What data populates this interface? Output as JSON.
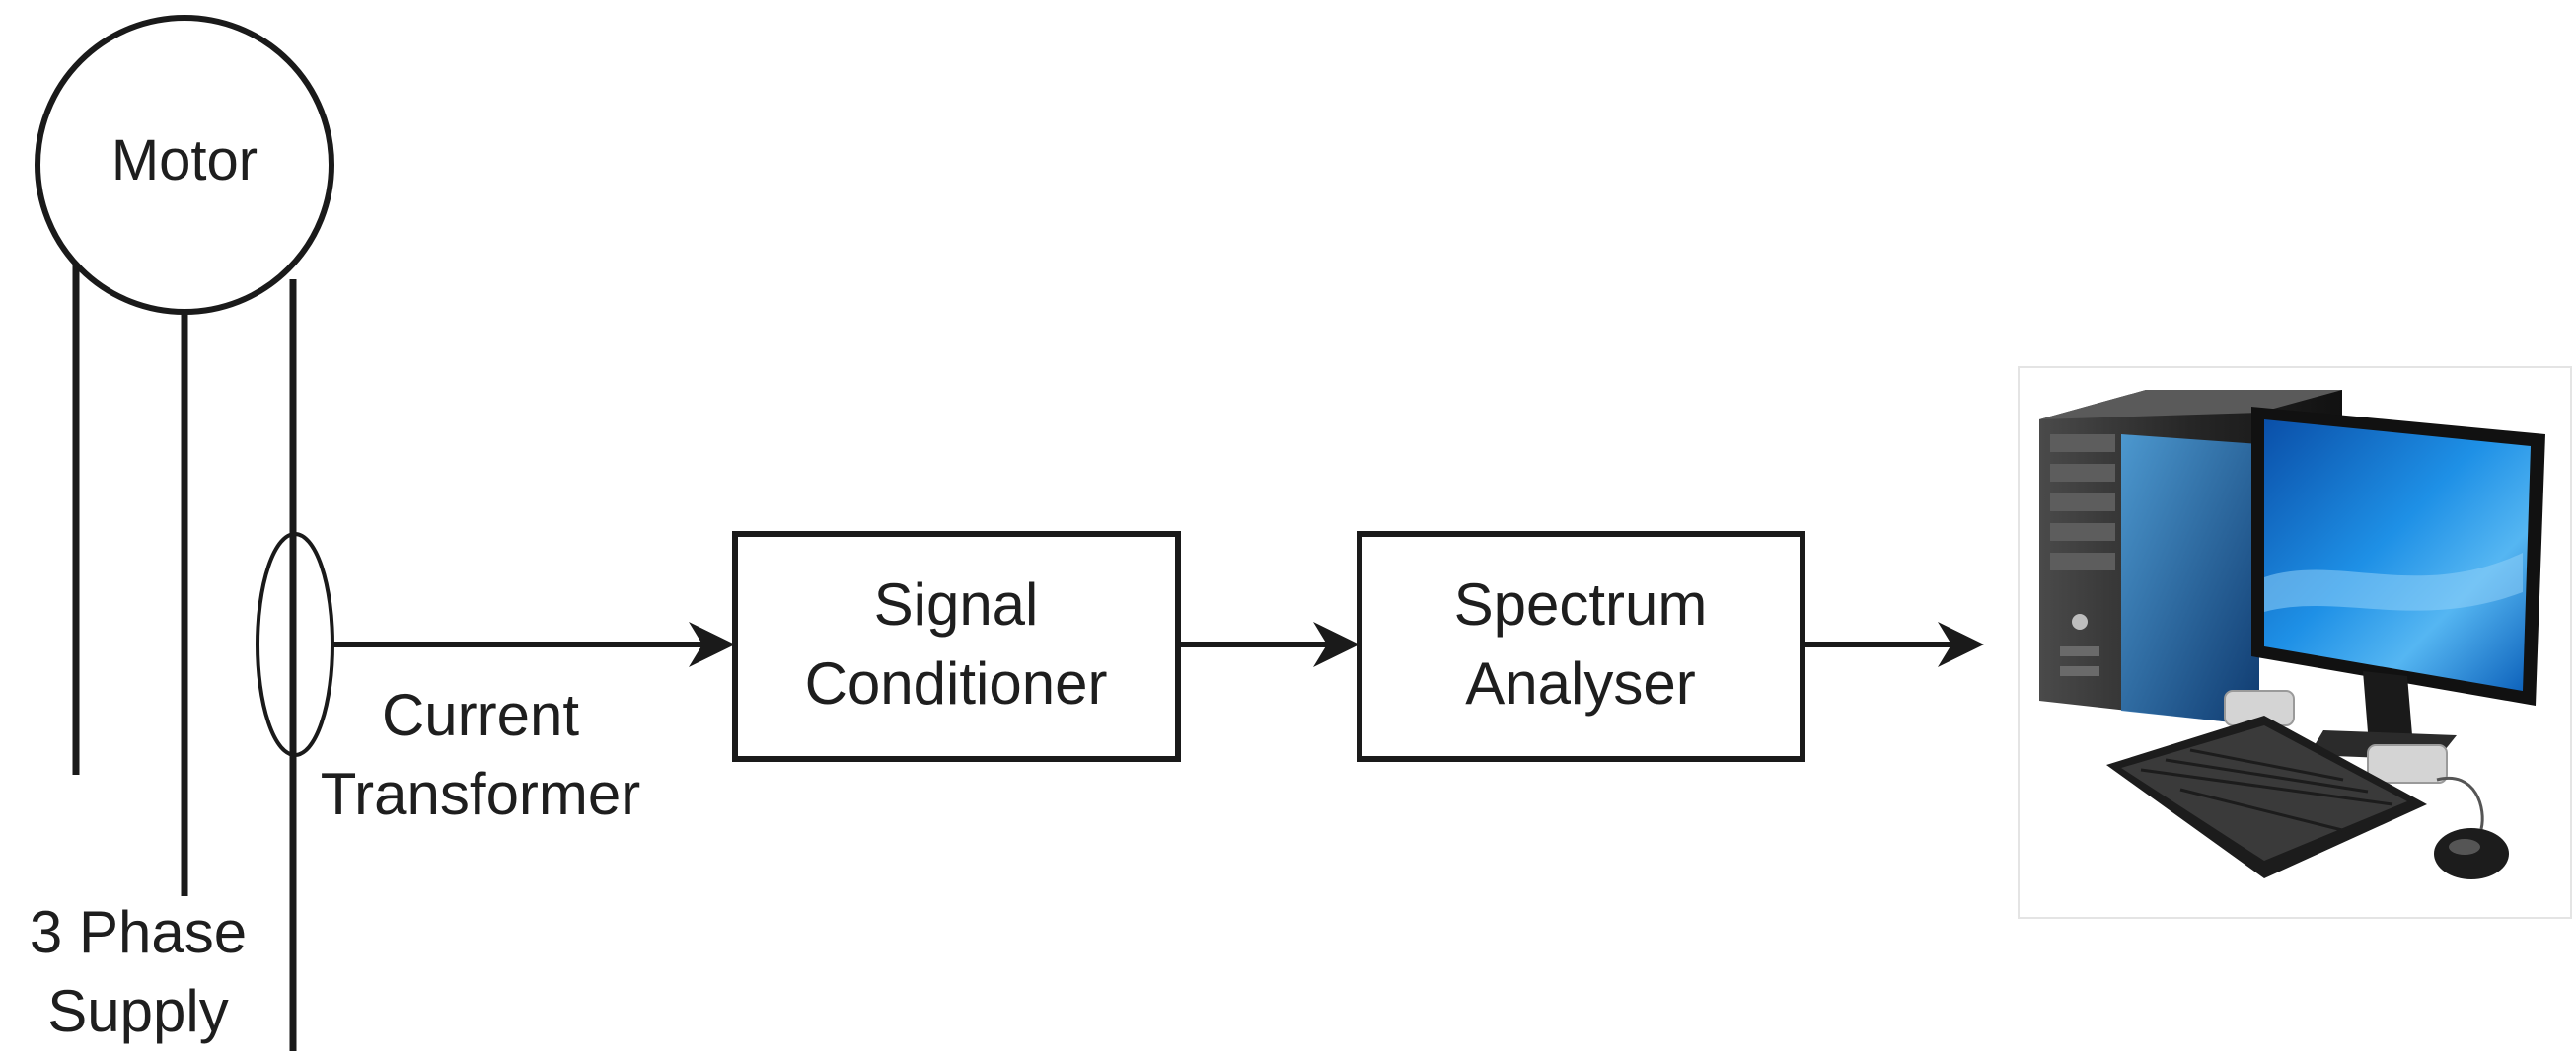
{
  "motor": {
    "label": "Motor"
  },
  "supply": {
    "line1": "3 Phase",
    "line2": "Supply"
  },
  "ct": {
    "line1": "Current",
    "line2": "Transformer"
  },
  "signal_conditioner": {
    "line1": "Signal",
    "line2": "Conditioner"
  },
  "spectrum_analyser": {
    "line1": "Spectrum",
    "line2": "Analyser"
  },
  "computer": {
    "icon": "desktop-computer-icon"
  },
  "colors": {
    "stroke": "#1a1a1a",
    "text": "#1e1e1e",
    "screen": "#1e7fd6",
    "tower": "#2a2a2a"
  }
}
